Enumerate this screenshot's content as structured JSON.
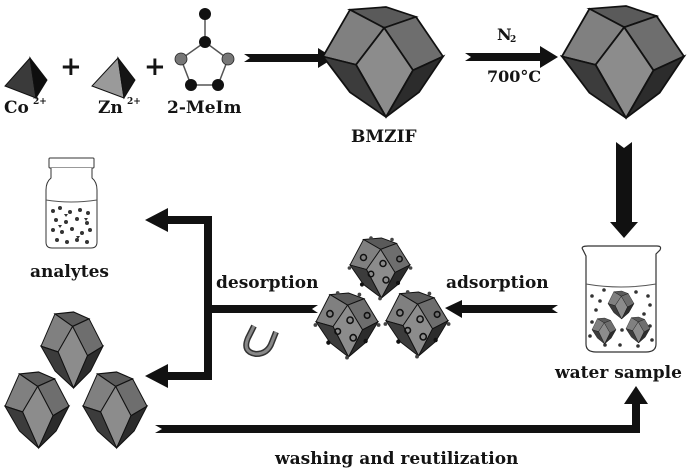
{
  "labels": {
    "co": "Co",
    "co_charge": "2+",
    "zn": "Zn",
    "zn_charge": "2+",
    "ligand": "2-MeIm",
    "plus": "+",
    "bmzif": "BMZIF",
    "n2": "N",
    "n2_sub": "2",
    "temperature": "700°C",
    "analytes": "analytes",
    "desorption": "desorption",
    "adsorption": "adsorption",
    "water_sample": "water sample",
    "washing": "washing and reutilization"
  },
  "colors": {
    "ink": "#141414",
    "face_light": "#8a8a8a",
    "face_mid": "#6e6e6e",
    "face_dark": "#2e2e2e",
    "tetra_dark": "#3a3a3a",
    "tetra_light": "#9a9a9a",
    "ring_gray": "#7a7a7a"
  }
}
